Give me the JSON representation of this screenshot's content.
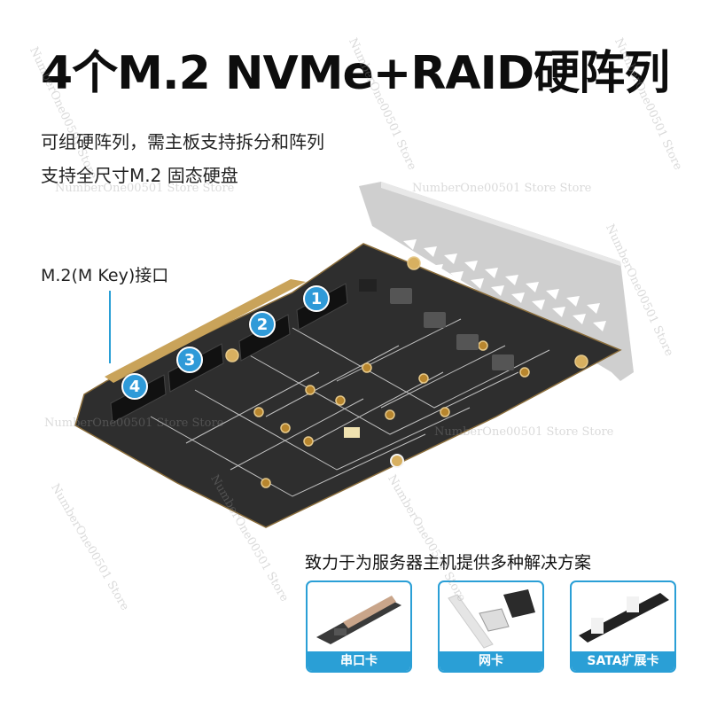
{
  "header": {
    "title": "4个M.2 NVMe+RAID硬阵列",
    "subtitle_lines": [
      "可组硬阵列，需主板支持拆分和阵列",
      "支持全尺寸M.2 固态硬盘"
    ]
  },
  "product": {
    "callout_label": "M.2(M Key)接口",
    "slot_badges": [
      "1",
      "2",
      "3",
      "4"
    ],
    "colors": {
      "pcb": "#2b2b2b",
      "gold_finger": "#c9a35a",
      "bracket": "#c8c8c8",
      "accent_blue": "#2a9fd6"
    }
  },
  "promo": {
    "heading": "致力于为服务器主机提供多种解决方案",
    "cards": [
      {
        "label": "串口卡",
        "icon": "serial-card-image"
      },
      {
        "label": "网卡",
        "icon": "network-card-image"
      },
      {
        "label": "SATA扩展卡",
        "icon": "sata-card-image"
      }
    ]
  },
  "watermarks": {
    "text_horizontal": "NumberOne00501 Store Store",
    "text_diagonal": "NumberOne00501 Store"
  }
}
